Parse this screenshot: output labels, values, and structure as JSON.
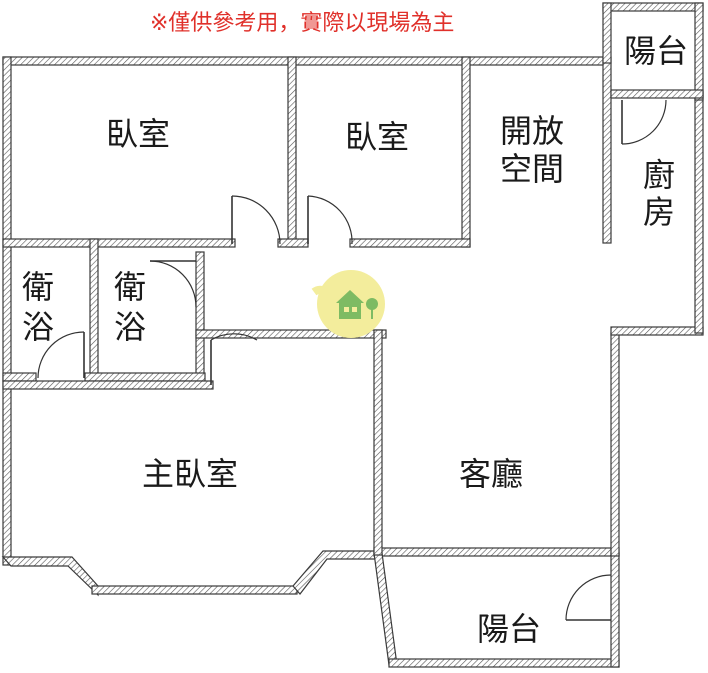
{
  "notice": "※僅供參考用，實際以現場為主",
  "rooms": {
    "bedroom_left": "臥室",
    "bedroom_mid": "臥室",
    "open_space_line1": "開放",
    "open_space_line2": "空間",
    "balcony_top": "陽台",
    "kitchen_line1": "廚",
    "kitchen_line2": "房",
    "bath_left_line1": "衛",
    "bath_left_line2": "浴",
    "bath_mid_line1": "衛",
    "bath_mid_line2": "浴",
    "master_bedroom": "主臥室",
    "living_room": "客廳",
    "balcony_bottom": "陽台"
  },
  "colors": {
    "notice": "#e0302a",
    "wall_outline": "#3a3a3a",
    "logo_circle": "#f3ed9c",
    "logo_house": "#7dbb63"
  },
  "icons": {
    "watermark": "house-logo-icon"
  }
}
